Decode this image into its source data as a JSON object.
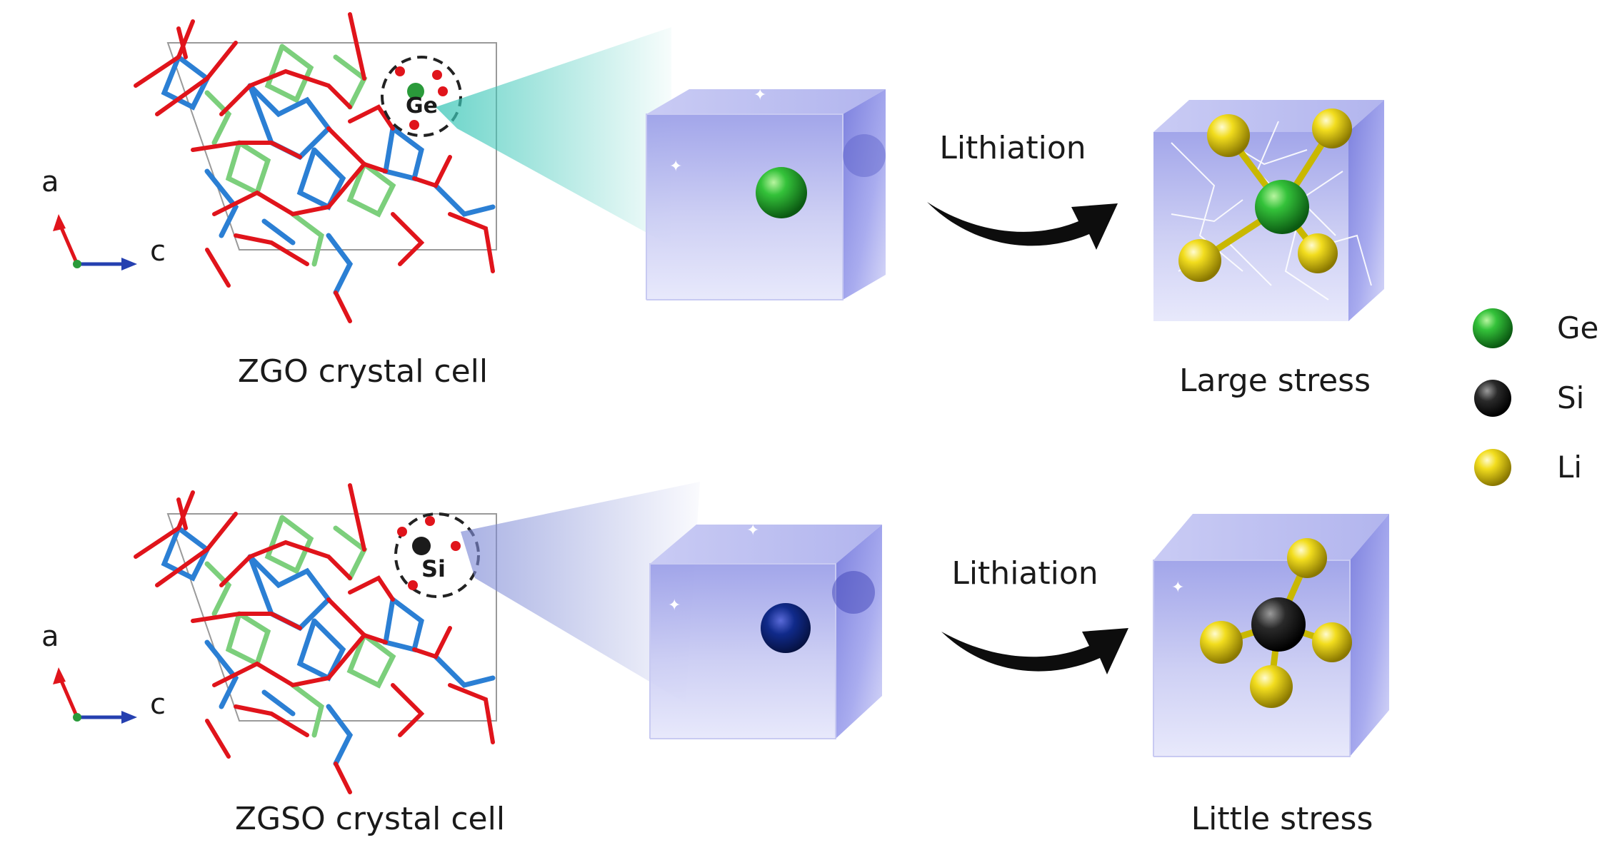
{
  "top_row": {
    "cell_label": "ZGO crystal cell",
    "site_label": "Ge",
    "process_label": "Lithiation",
    "result_label": "Large stress",
    "axis_a": "a",
    "axis_c": "c"
  },
  "bottom_row": {
    "cell_label": "ZGSO crystal cell",
    "site_label": "Si",
    "process_label": "Lithiation",
    "result_label": "Little stress",
    "axis_a": "a",
    "axis_c": "c"
  },
  "legend": [
    {
      "label": "Ge",
      "color": "#1fa32a"
    },
    {
      "label": "Si",
      "color": "#1b1b1b"
    },
    {
      "label": "Li",
      "color": "#e8d41a"
    }
  ],
  "colors": {
    "ge_polyhedra": "#7ccf7c",
    "zn_polyhedra": "#2b7fd4",
    "oxygen_bonds": "#e0141b",
    "cube_face": "#7b7fe0",
    "beam": "#3cc7b8"
  }
}
